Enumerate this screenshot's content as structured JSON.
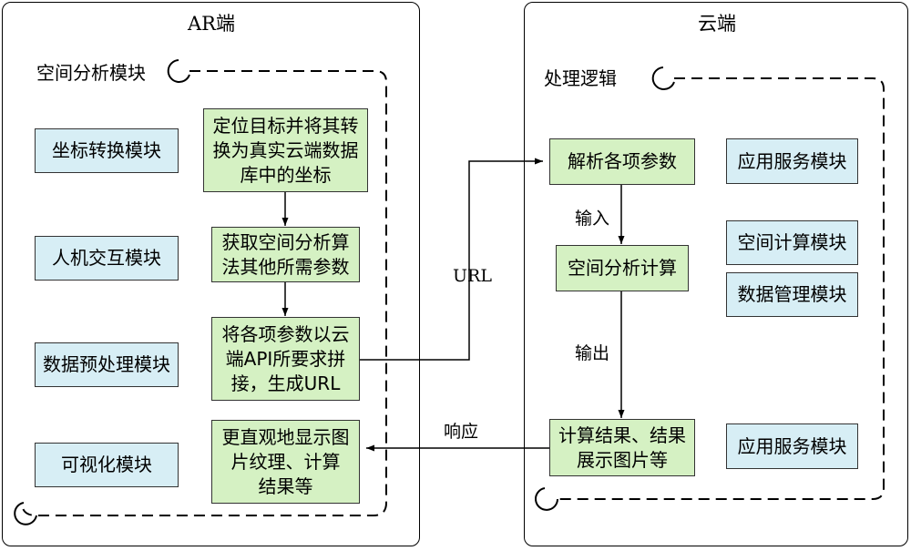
{
  "ar": {
    "title": "AR端",
    "group_label": "空间分析模块",
    "modules": [
      "坐标转换模块",
      "人机交互模块",
      "数据预处理模块",
      "可视化模块"
    ],
    "steps": [
      "定位目标并将其转\n换为真实云端数据\n库中的坐标",
      "获取空间分析算\n法其他所需参数",
      "将各项参数以云\n端API所要求拼\n接，生成URL",
      "更直观地显示图\n片纹理、计算\n结果等"
    ]
  },
  "cloud": {
    "title": "云端",
    "group_label": "处理逻辑",
    "steps": [
      "解析各项参数",
      "空间分析计算",
      "计算结果、结果\n展示图片等"
    ],
    "modules": [
      "应用服务模块",
      "空间计算模块",
      "数据管理模块",
      "应用服务模块"
    ]
  },
  "edges": {
    "url": "URL",
    "input": "输入",
    "output": "输出",
    "response": "响应"
  },
  "colors": {
    "module_fill": "#d7eef5",
    "step_fill": "#d5f1c3",
    "stroke": "#000000"
  }
}
